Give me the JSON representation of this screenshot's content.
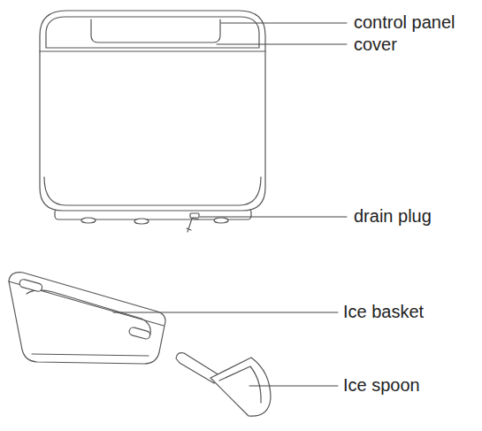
{
  "diagram": {
    "labels": [
      "control panel",
      "cover",
      "drain plug",
      "Ice basket",
      "Ice spoon"
    ]
  }
}
